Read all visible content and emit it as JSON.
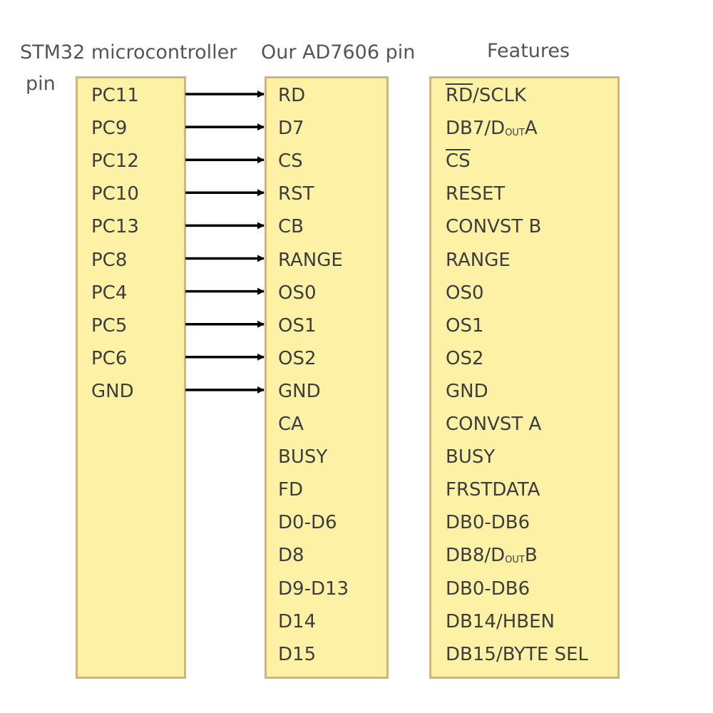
{
  "headers": {
    "stm32_line1": "STM32 microcontroller",
    "stm32_line2": "pin",
    "ad7606": "Our AD7606 pin",
    "features": "Features"
  },
  "stm32_pins": [
    "PC11",
    "PC9",
    "PC12",
    "PC10",
    "PC13",
    "PC8",
    "PC4",
    "PC5",
    "PC6",
    "GND"
  ],
  "ad7606_pins": [
    "RD",
    "D7",
    "CS",
    "RST",
    "CB",
    "RANGE",
    "OS0",
    "OS1",
    "OS2",
    "GND",
    "CA",
    "BUSY",
    "FD",
    "D0-D6",
    "D8",
    "D9-D13",
    "D14",
    "D15"
  ],
  "features": [
    {
      "overline": "RD",
      "text": "/SCLK"
    },
    {
      "text": "DB7/D",
      "sub": "OUT",
      "tail": "A"
    },
    {
      "overline": "CS",
      "text": ""
    },
    {
      "text": "RESET"
    },
    {
      "text": "CONVST B"
    },
    {
      "text": "RANGE"
    },
    {
      "text": "OS0"
    },
    {
      "text": "OS1"
    },
    {
      "text": "OS2"
    },
    {
      "text": "GND"
    },
    {
      "text": "CONVST A"
    },
    {
      "text": "BUSY"
    },
    {
      "text": "FRSTDATA"
    },
    {
      "text": "DB0-DB6"
    },
    {
      "text": "DB8/D",
      "sub": "OUT",
      "tail": "B"
    },
    {
      "text": "DB0-DB6"
    },
    {
      "text": "DB14/HBEN"
    },
    {
      "text": "DB15/BYTE SEL"
    }
  ],
  "connections": [
    {
      "from": 0,
      "to": 0
    },
    {
      "from": 1,
      "to": 1
    },
    {
      "from": 2,
      "to": 2
    },
    {
      "from": 3,
      "to": 3
    },
    {
      "from": 4,
      "to": 4
    },
    {
      "from": 5,
      "to": 5
    },
    {
      "from": 6,
      "to": 6
    },
    {
      "from": 7,
      "to": 7
    },
    {
      "from": 8,
      "to": 8
    },
    {
      "from": 9,
      "to": 9
    }
  ],
  "colors": {
    "box_fill": "#fdf1a6",
    "box_border": "#d4b37a",
    "arrow": "#000000",
    "text": "#3d3d3d"
  }
}
